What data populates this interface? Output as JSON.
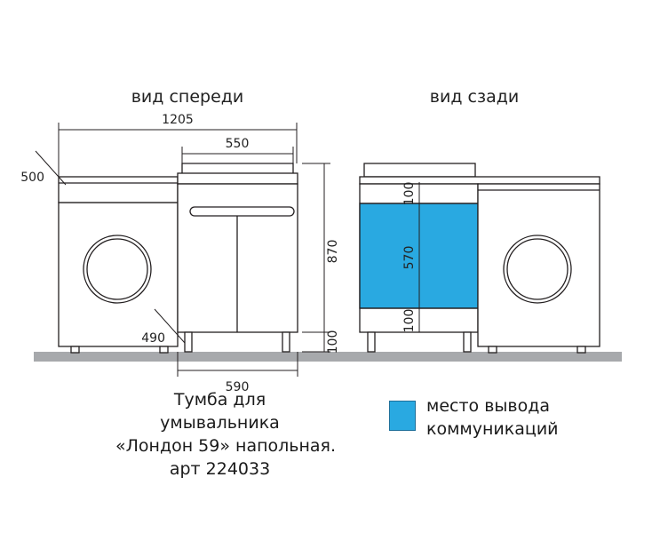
{
  "views": {
    "front_label": "вид спереди",
    "back_label": "вид сзади"
  },
  "dimensions": {
    "total_width": "1205",
    "sink_width": "550",
    "depth_worktop": "500",
    "height": "870",
    "depth_cabinet": "490",
    "cabinet_width": "590",
    "legs_height": "100",
    "back_top_zone": "100",
    "back_comm_zone": "570",
    "back_bottom_zone": "100"
  },
  "caption": {
    "line1": "Тумба для",
    "line2": "умывальника",
    "line3": "«Лондон 59» напольная.",
    "line4": "арт 224033"
  },
  "legend": {
    "line1": "место вывода",
    "line2": "коммуникаций",
    "color": "#29a9e1"
  },
  "colors": {
    "floor": "#a7a9ac",
    "comm_zone": "#29a9e1",
    "outline": "#231f20"
  }
}
